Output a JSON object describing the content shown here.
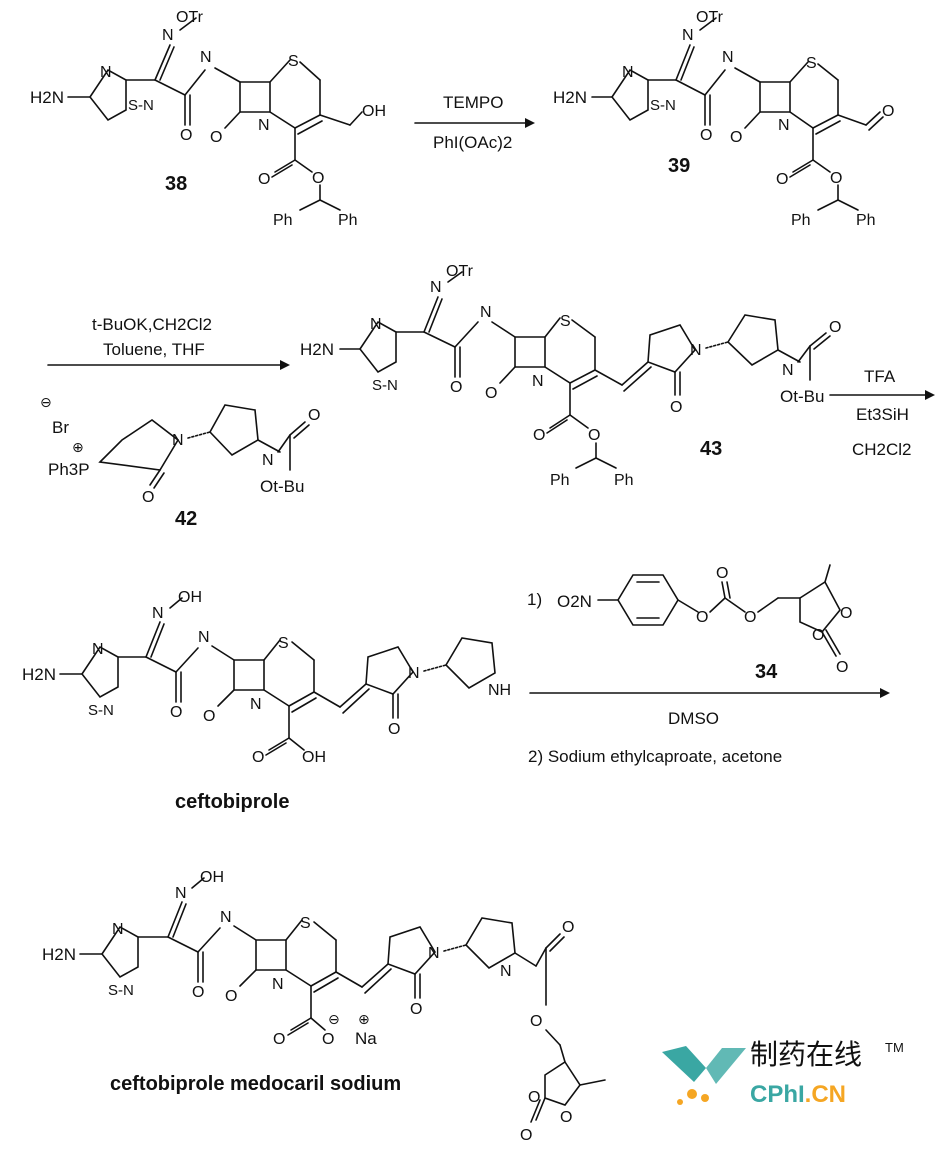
{
  "labels": {
    "otr": "OTr",
    "oh": "OH",
    "o": "O",
    "n": "N",
    "s": "S",
    "h2n": "H2N",
    "nh": "NH",
    "ph": "Ph",
    "ot_bu": "Ot-Bu",
    "sn": "S-N",
    "na": "Na",
    "br": "Br",
    "ph3p": "Ph3P",
    "o2n": "O2N",
    "minus": "⊖",
    "plus": "⊕"
  },
  "compounds": {
    "c38": "38",
    "c39": "39",
    "c42": "42",
    "c43": "43",
    "c34": "34",
    "ceftobiprole": "ceftobiprole",
    "medocaril": "ceftobiprole medocaril sodium"
  },
  "reagents": {
    "step1_top": "TEMPO",
    "step1_bottom": "PhI(OAc)2",
    "step2_top1": "t-BuOK,CH2Cl2",
    "step2_top2": "Toluene, THF",
    "step3_1": "TFA",
    "step3_2": "Et3SiH",
    "step3_3": "CH2Cl2",
    "step4_1": "1)",
    "step4_mid": "DMSO",
    "step4_2": "2) Sodium ethylcaproate, acetone"
  },
  "logo": {
    "cn_text": "制药在线",
    "tm": "TM",
    "en_text_a": "CPhI",
    "en_text_b": ".CN",
    "colors": {
      "teal": "#3aa7a3",
      "orange": "#f5a623",
      "gray": "#555555"
    }
  }
}
